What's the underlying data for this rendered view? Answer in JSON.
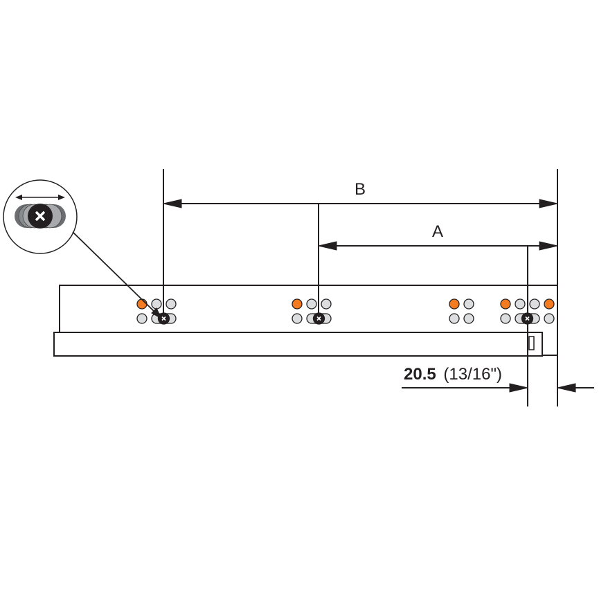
{
  "dimensions": {
    "b_label": "B",
    "a_label": "A",
    "offset_value": "20.5",
    "offset_imperial": "(13/16\")"
  },
  "colors": {
    "line": "#231f20",
    "hole_orange": "#f47b20",
    "hole_gray": "#dcdddf",
    "screw": "#231f20"
  },
  "icons": {
    "detail_callout": "adjustable-slot-screw-icon",
    "screw": "screw-x-icon"
  }
}
